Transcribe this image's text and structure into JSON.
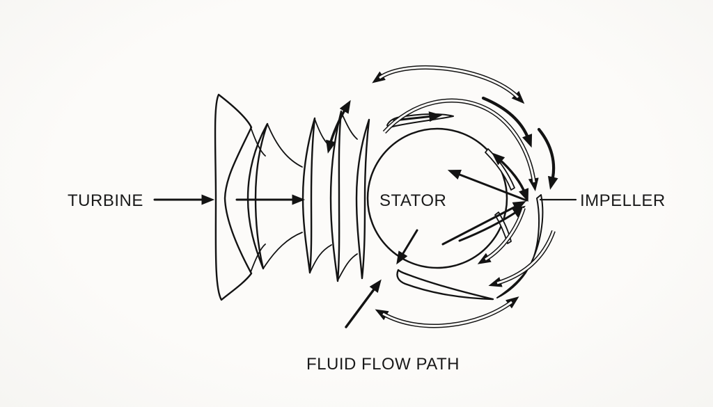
{
  "diagram": {
    "type": "technical-line-diagram",
    "subject": "torque-converter-fluid-flow",
    "background_color": "#fcfbf9",
    "line_color": "#131313",
    "text_color": "#1a1a1a",
    "labels": {
      "turbine": "TURBINE",
      "stator": "STATOR",
      "impeller": "IMPELLER",
      "fluid_flow_path": "FLUID FLOW PATH"
    }
  }
}
